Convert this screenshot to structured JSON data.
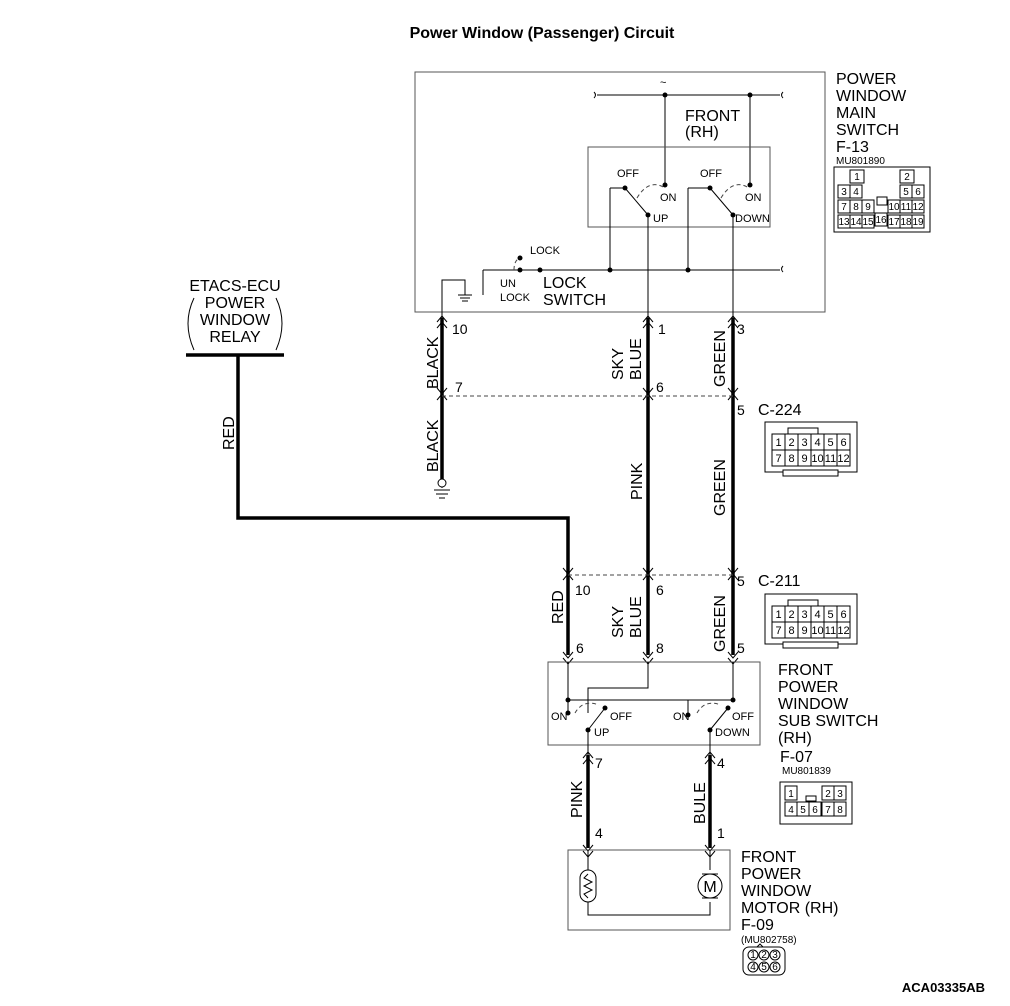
{
  "title": "Power Window (Passenger) Circuit",
  "figure_id": "ACA03335AB",
  "components": {
    "main_switch": {
      "lines": [
        "POWER",
        "WINDOW",
        "MAIN",
        "SWITCH"
      ],
      "connector": "F-13",
      "part": "MU801890",
      "inner_label": [
        "FRONT",
        "(RH)"
      ],
      "off1": "OFF",
      "on1": "ON",
      "up": "UP",
      "off2": "OFF",
      "on2": "ON",
      "down": "DOWN",
      "lock": "LOCK",
      "un": "UN",
      "unlock": "LOCK",
      "lock_switch": [
        "LOCK",
        "SWITCH"
      ],
      "pins": [
        "1",
        "2",
        "3",
        "4",
        "5",
        "6",
        "7",
        "8",
        "9",
        "10",
        "11",
        "12",
        "13",
        "14",
        "15",
        "16",
        "17",
        "18",
        "19"
      ]
    },
    "etacs": {
      "lines": [
        "ETACS-ECU",
        "POWER",
        "WINDOW",
        "RELAY"
      ]
    },
    "c224": {
      "name": "C-224",
      "pins": [
        "1",
        "2",
        "3",
        "4",
        "5",
        "6",
        "7",
        "8",
        "9",
        "10",
        "11",
        "12"
      ]
    },
    "c211": {
      "name": "C-211",
      "pins": [
        "1",
        "2",
        "3",
        "4",
        "5",
        "6",
        "7",
        "8",
        "9",
        "10",
        "11",
        "12"
      ]
    },
    "sub_switch": {
      "lines": [
        "FRONT",
        "POWER",
        "WINDOW",
        "SUB SWITCH",
        "(RH)"
      ],
      "connector": "F-07",
      "part": "MU801839",
      "on1": "ON",
      "off1": "OFF",
      "up": "UP",
      "on2": "ON",
      "off2": "OFF",
      "down": "DOWN",
      "pins": [
        "1",
        "2",
        "3",
        "4",
        "5",
        "6",
        "7",
        "8"
      ]
    },
    "motor": {
      "lines": [
        "FRONT",
        "POWER",
        "WINDOW",
        "MOTOR (RH)"
      ],
      "connector": "F-09",
      "part": "(MU802758)",
      "symbol": "M",
      "pins": [
        "1",
        "2",
        "3",
        "4",
        "5",
        "6"
      ]
    }
  },
  "wires": {
    "black_top": "BLACK",
    "black_bottom": "BLACK",
    "sky_blue_top": [
      "SKY",
      "BLUE"
    ],
    "pink_mid": "PINK",
    "sky_blue_low": [
      "SKY",
      "BLUE"
    ],
    "green_top": "GREEN",
    "green_mid": "GREEN",
    "green_low": "GREEN",
    "red_left": "RED",
    "red_low": "RED",
    "pink_bottom": "PINK",
    "bule_bottom": "BULE"
  },
  "pin_numbers": {
    "main_10": "10",
    "main_1": "1",
    "main_3": "3",
    "c224_7": "7",
    "c224_6": "6",
    "c224_5": "5",
    "c211_10": "10",
    "c211_6": "6",
    "c211_5": "5",
    "sub_6": "6",
    "sub_8": "8",
    "sub_5": "5",
    "sub_7": "7",
    "sub_4": "4",
    "motor_4": "4",
    "motor_1": "1"
  }
}
